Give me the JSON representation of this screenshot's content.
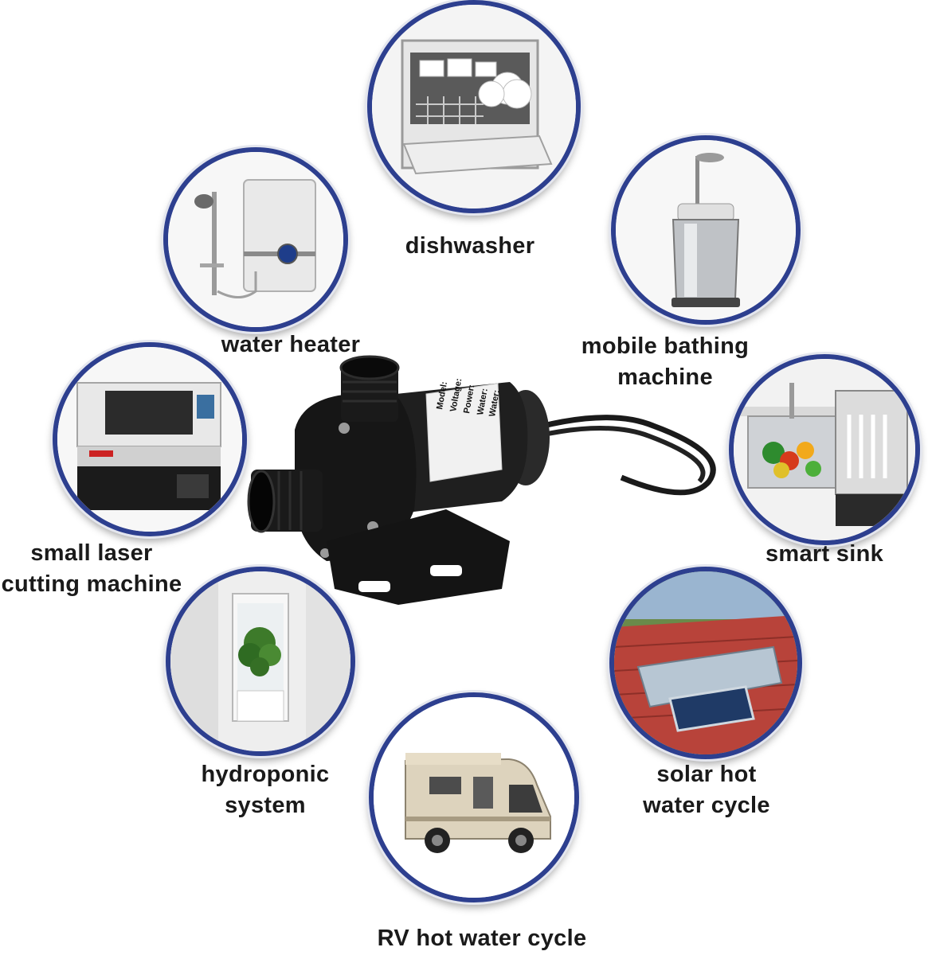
{
  "applications": {
    "dishwasher": {
      "lines": [
        "dishwasher"
      ],
      "icon": "dishwasher-icon"
    },
    "water_heater": {
      "lines": [
        "water heater"
      ],
      "icon": "water-heater-icon"
    },
    "mobile_bathing": {
      "lines": [
        "mobile bathing",
        "machine"
      ],
      "icon": "bathing-machine-icon"
    },
    "smart_sink": {
      "lines": [
        "smart sink"
      ],
      "icon": "smart-sink-icon"
    },
    "laser_cutting": {
      "lines": [
        "small laser",
        "cutting machine"
      ],
      "icon": "laser-cutter-icon"
    },
    "hydroponic": {
      "lines": [
        "hydroponic",
        "system"
      ],
      "icon": "hydroponic-icon"
    },
    "solar": {
      "lines": [
        "solar hot",
        "water cycle"
      ],
      "icon": "solar-panel-icon"
    },
    "rv": {
      "lines": [
        "RV hot water cycle"
      ],
      "icon": "rv-icon"
    }
  },
  "pump": {
    "icon": "water-pump-icon",
    "label_lines": [
      "Model:",
      "Voltage:",
      "Power:",
      "Water:",
      "Water:"
    ]
  },
  "colors": {
    "ring": "#2d3f8f",
    "text": "#1a1a1a",
    "pump_body": "#1c1c1c"
  }
}
